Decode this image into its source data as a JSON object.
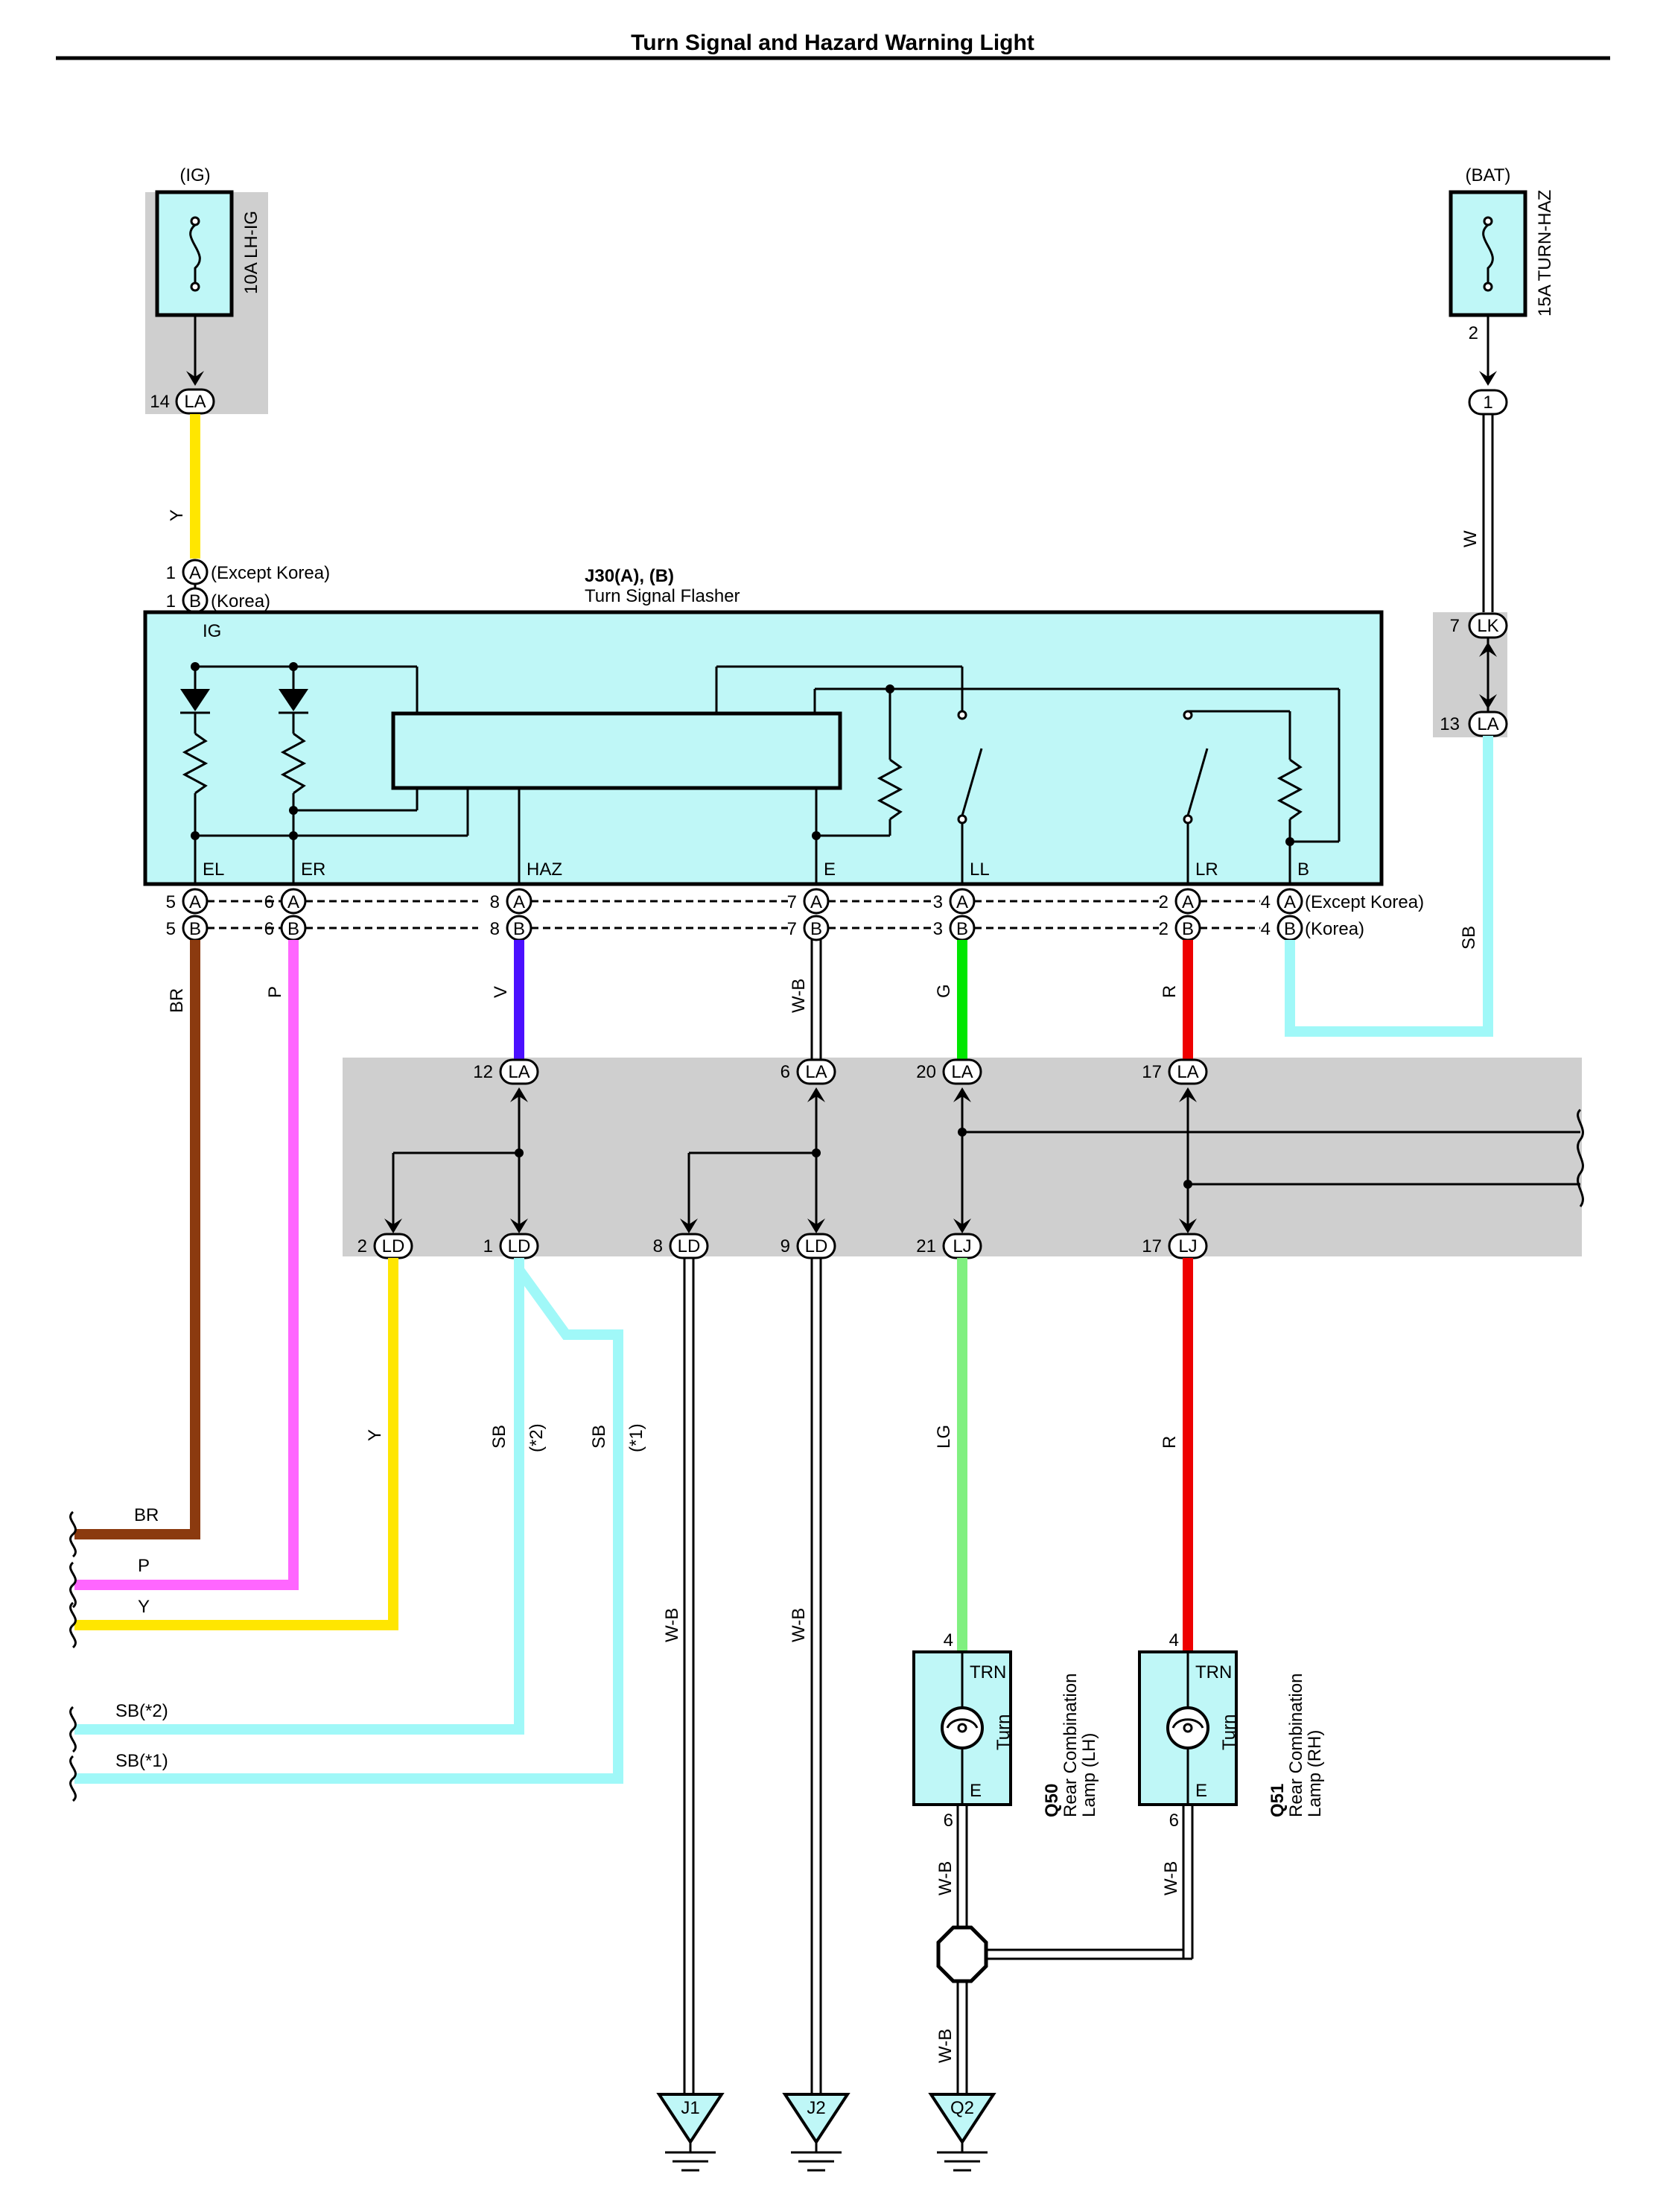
{
  "title": "Turn Signal and Hazard Warning Light",
  "colors": {
    "BR": "#8b3a0f",
    "P": "#ff66ff",
    "Y": "#ffe600",
    "V": "#4b10ff",
    "G": "#00e600",
    "LG": "#80f080",
    "R": "#ee0000",
    "SB": "#a0f8f8",
    "W": "#ffffff",
    "W-B": "#ffffff",
    "box_fill": "#bff7f7",
    "splice_bg": "#cfcfcf"
  },
  "fuses": {
    "ig": {
      "supply": "(IG)",
      "name": "10A LH-IG",
      "pin_num": "14",
      "pin": "LA"
    },
    "bat": {
      "supply": "(BAT)",
      "name": "15A TURN-HAZ",
      "out_pin": "2",
      "conn_num": "1"
    }
  },
  "flasher": {
    "id": "J30(A), (B)",
    "name": "Turn Signal Flasher",
    "ig_label": "IG",
    "ig_pins": [
      {
        "num": "1",
        "pin": "A",
        "note": "(Except Korea)"
      },
      {
        "num": "1",
        "pin": "B",
        "note": "(Korea)"
      }
    ],
    "terminals": [
      {
        "label": "EL",
        "nA": "5",
        "nB": "5"
      },
      {
        "label": "ER",
        "nA": "6",
        "nB": "6"
      },
      {
        "label": "HAZ",
        "nA": "8",
        "nB": "8"
      },
      {
        "label": "E",
        "nA": "7",
        "nB": "7"
      },
      {
        "label": "LL",
        "nA": "3",
        "nB": "3"
      },
      {
        "label": "LR",
        "nA": "2",
        "nB": "2"
      },
      {
        "label": "B",
        "nA": "4",
        "nB": "4"
      }
    ],
    "pin_a": "A",
    "pin_b": "B",
    "b_note_a": "(Except Korea)",
    "b_note_b": "(Korea)"
  },
  "junction_lk": {
    "top_num": "7",
    "top_pin": "LK",
    "bot_num": "13",
    "bot_pin": "LA"
  },
  "wires": {
    "y_top": "Y",
    "w_bat": "W",
    "br": "BR",
    "p": "P",
    "v": "V",
    "wb": "W-B",
    "g": "G",
    "r": "R",
    "sb_right": "SB",
    "y_low": "Y",
    "sb2": "SB",
    "sb2_note": "(*2)",
    "sb1": "SB",
    "sb1_note": "(*1)",
    "wb8": "W-B",
    "wb9": "W-B",
    "lg": "LG",
    "r_low": "R",
    "wb_q50": "W-B",
    "wb_q51": "W-B",
    "wb_q2": "W-B"
  },
  "splice_top": [
    {
      "num": "12",
      "pin": "LA"
    },
    {
      "num": "6",
      "pin": "LA"
    },
    {
      "num": "20",
      "pin": "LA"
    },
    {
      "num": "17",
      "pin": "LA"
    }
  ],
  "splice_bottom": [
    {
      "num": "2",
      "pin": "LD"
    },
    {
      "num": "1",
      "pin": "LD"
    },
    {
      "num": "8",
      "pin": "LD"
    },
    {
      "num": "9",
      "pin": "LD"
    },
    {
      "num": "21",
      "pin": "LJ"
    },
    {
      "num": "17",
      "pin": "LJ"
    }
  ],
  "left_ends": [
    {
      "label": "BR"
    },
    {
      "label": "P"
    },
    {
      "label": "Y"
    },
    {
      "label": "SB(*2)"
    },
    {
      "label": "SB(*1)"
    }
  ],
  "lamps": [
    {
      "id": "Q50",
      "name1": "Rear Combination",
      "name2": "Lamp (LH)",
      "trn": "TRN",
      "turn": "Turn",
      "e": "E",
      "top_pin": "4",
      "bot_pin": "6"
    },
    {
      "id": "Q51",
      "name1": "Rear Combination",
      "name2": "Lamp (RH)",
      "trn": "TRN",
      "turn": "Turn",
      "e": "E",
      "top_pin": "4",
      "bot_pin": "6"
    }
  ],
  "grounds": [
    {
      "label": "J1"
    },
    {
      "label": "J2"
    },
    {
      "label": "Q2"
    }
  ]
}
